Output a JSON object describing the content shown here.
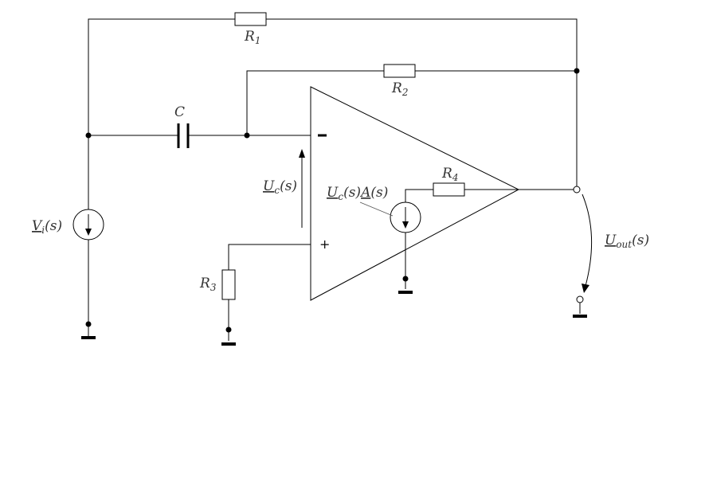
{
  "diagram": {
    "labels": {
      "r1": {
        "main": "R",
        "sub": "1"
      },
      "r2": {
        "main": "R",
        "sub": "2"
      },
      "r3": {
        "main": "R",
        "sub": "3"
      },
      "r4": {
        "main": "R",
        "sub": "4"
      },
      "c": {
        "main": "C"
      },
      "uc": {
        "main": "U",
        "sub": "c",
        "arg": "(s)"
      },
      "vi": {
        "main": "V",
        "sub": "i",
        "arg": "(s)"
      },
      "uout": {
        "main": "U",
        "sub": "out",
        "arg": "(s)"
      },
      "dep_source": {
        "u": "U",
        "sub": "c",
        "s1": "(s)",
        "a": "A",
        "s2": "(s)"
      },
      "plus": "+"
    }
  }
}
